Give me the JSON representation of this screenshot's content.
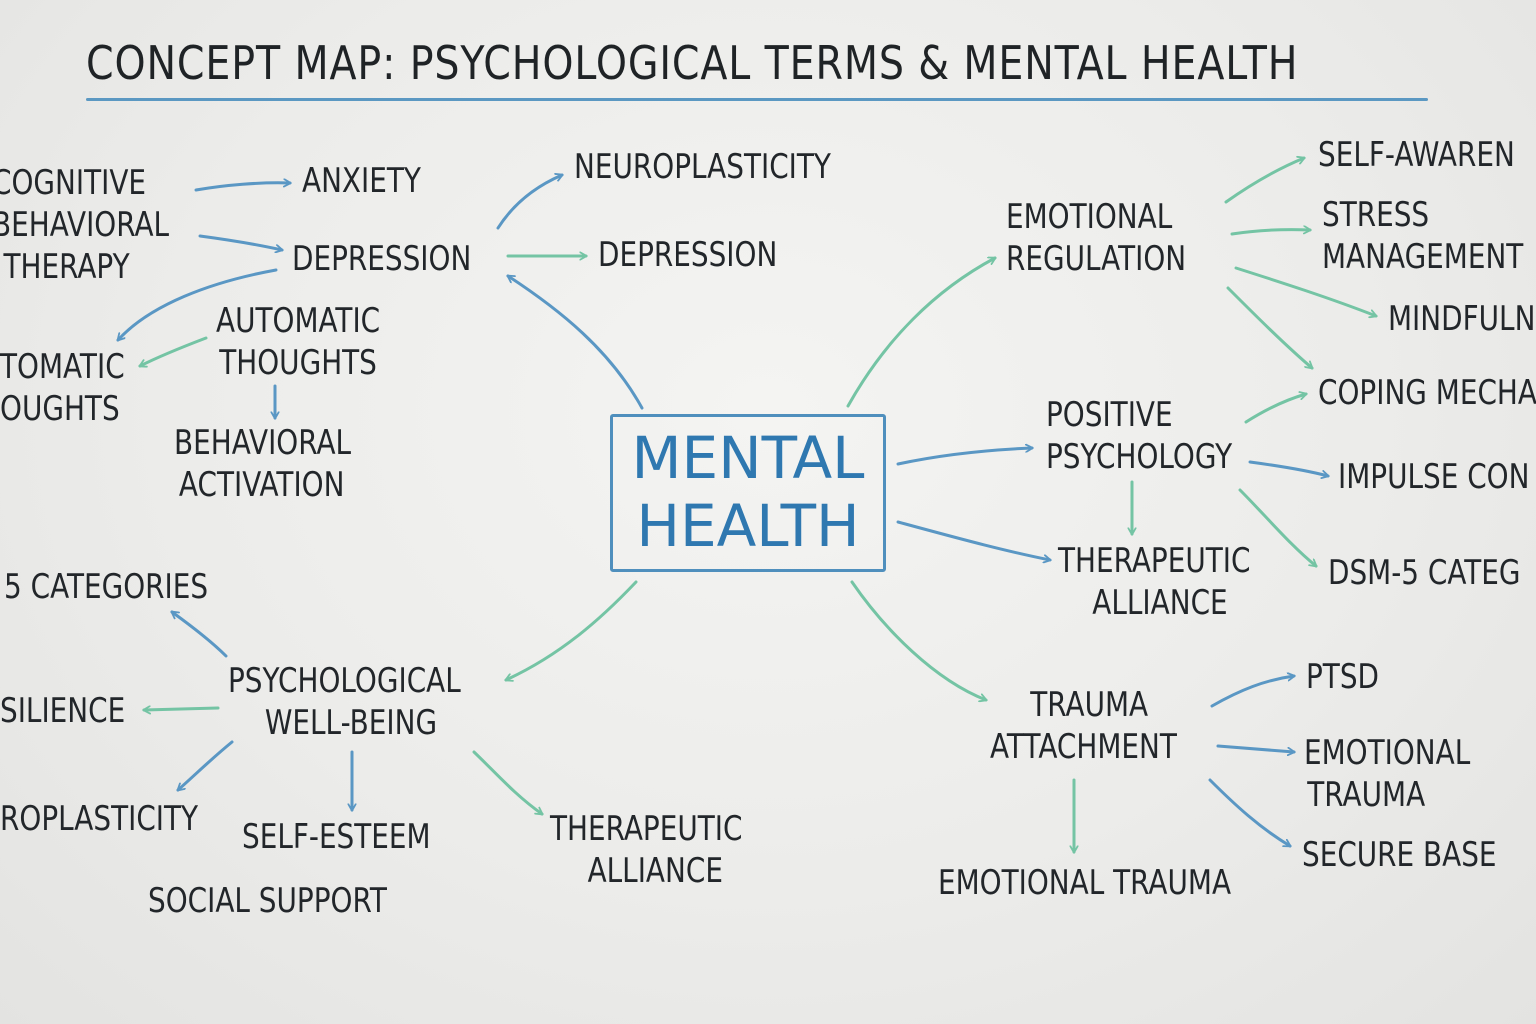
{
  "title": "CONCEPT MAP: PSYCHOLOGICAL TERMS & MENTAL HEALTH",
  "center": {
    "line1": "MENTAL",
    "line2": "HEALTH"
  },
  "colors": {
    "blue_arrow": "#5a97c4",
    "green_arrow": "#74c4a4",
    "center_blue": "#2f78b0",
    "underline": "#5b98c2"
  },
  "nodes": {
    "cbt": {
      "line1": "COGNITIVE",
      "line2": "BEHAVIORAL",
      "line3": "THERAPY"
    },
    "anxiety": "ANXIETY",
    "depression_main": "DEPRESSION",
    "neuroplasticity_top": "NEUROPLASTICITY",
    "depression_right": "DEPRESSION",
    "automatic_thoughts_left": {
      "line1": "TOMATIC",
      "line2": "OUGHTS"
    },
    "automatic_thoughts": {
      "line1": "AUTOMATIC",
      "line2": "THOUGHTS"
    },
    "behavioral_activation": {
      "line1": "BEHAVIORAL",
      "line2": "ACTIVATION"
    },
    "emotional_regulation": {
      "line1": "EMOTIONAL",
      "line2": "REGULATION"
    },
    "self_awareness": "SELF-AWAREN",
    "stress_management": {
      "line1": "STRESS",
      "line2": "MANAGEMENT"
    },
    "mindfulness": "MINDFULN",
    "coping": "COPING MECHA",
    "positive_psychology": {
      "line1": "POSITIVE",
      "line2": "PSYCHOLOGY"
    },
    "impulse_control": "IMPULSE CON",
    "therapeutic_alliance_right": {
      "line1": "THERAPEUTIC",
      "line2": "ALLIANCE"
    },
    "dsm5_right": "DSM-5 CATEG",
    "dsm5_left": "5 CATEGORIES",
    "psych_wellbeing": {
      "line1": "PSYCHOLOGICAL",
      "line2": "WELL-BEING"
    },
    "resilience": "SILIENCE",
    "neuroplasticity_left": "ROPLASTICITY",
    "self_esteem": "SELF-ESTEEM",
    "social_support": "SOCIAL SUPPORT",
    "therapeutic_alliance_bottom": {
      "line1": "THERAPEUTIC",
      "line2": "ALLIANCE"
    },
    "trauma_attachment": {
      "line1": "TRAUMA",
      "line2": "ATTACHMENT"
    },
    "ptsd": "PTSD",
    "emotional_trauma_right": {
      "line1": "EMOTIONAL",
      "line2": "TRAUMA"
    },
    "secure_base": "SECURE BASE",
    "emotional_trauma_bottom": "EMOTIONAL TRAUMA"
  }
}
